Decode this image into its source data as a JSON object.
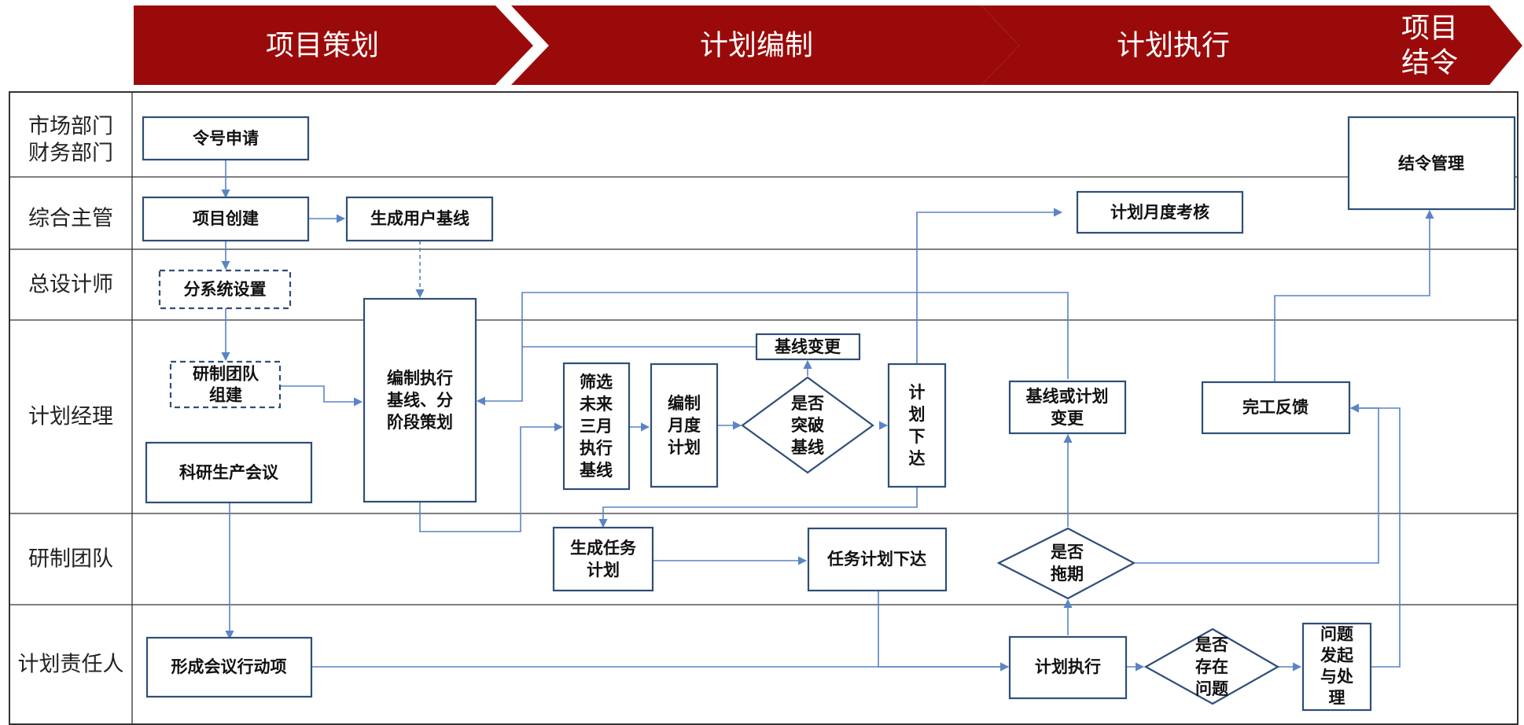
{
  "phases": [
    "项目策划",
    "计划编制",
    "计划执行",
    [
      "项目",
      "结令"
    ]
  ],
  "lanes": [
    [
      "市场部门",
      "财务部门"
    ],
    [
      "综合主管"
    ],
    [
      "总设计师"
    ],
    [
      "计划经理"
    ],
    [
      "研制团队"
    ],
    [
      "计划责任人"
    ]
  ],
  "nodes": {
    "lingHaoShenQing": [
      "令号申请"
    ],
    "xiangMuChuangJian": [
      "项目创建"
    ],
    "shengChengYongHuJiXian": [
      "生成用户基线"
    ],
    "fenXiTongSheZhi": [
      "分系统设置"
    ],
    "yanZhiTuanDuiZuJian": [
      "研制团队",
      "组建"
    ],
    "keYanShengChanHuiYi": [
      "科研生产会议"
    ],
    "bianZhiZhiXingJiXian": [
      "编制执行",
      "基线、分",
      "阶段策划"
    ],
    "shaiXuan": [
      "筛选",
      "未来",
      "三月",
      "执行",
      "基线"
    ],
    "bianZhiYueDu": [
      "编制",
      "月度",
      "计划"
    ],
    "shiFouTuPo": [
      "是否",
      "突破",
      "基线"
    ],
    "jiXianBianGeng": [
      "基线变更"
    ],
    "jiHuaXiaDa": [
      "计",
      "划",
      "下",
      "达"
    ],
    "jiHuaYueDuKaoHe": [
      "计划月度考核"
    ],
    "jiXianHuoJiHuaBianGeng": [
      "基线或计划",
      "变更"
    ],
    "wanGongFanKui": [
      "完工反馈"
    ],
    "jieLingGuanLi": [
      "结令管理"
    ],
    "shengChengRenWu": [
      "生成任务",
      "计划"
    ],
    "renWuJiHuaXiaDa": [
      "任务计划下达"
    ],
    "shiFouTuoQi": [
      "是否",
      "拖期"
    ],
    "xingChengHuiYi": [
      "形成会议行动项"
    ],
    "jiHuaZhiXing": [
      "计划执行"
    ],
    "shiFouCunZai": [
      "是否",
      "存在",
      "问题"
    ],
    "wenTiFaQi": [
      "问题",
      "发起",
      "与处",
      "理"
    ]
  },
  "colors": {
    "phase_banner": "#9b0a0a",
    "node_border": "#2f4e79",
    "connector": "#5a84c6",
    "lane_line": "#333333"
  }
}
